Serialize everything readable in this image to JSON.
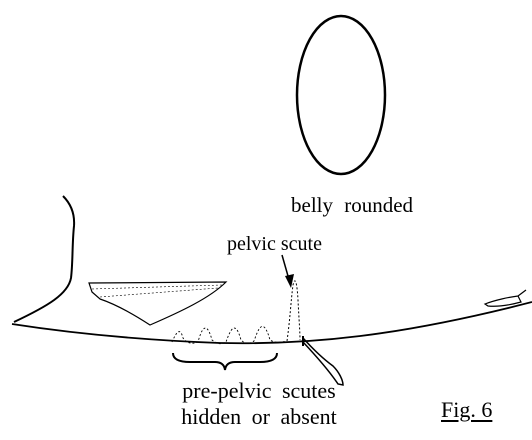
{
  "labels": {
    "belly": "belly rounded",
    "pelvic_scute": "pelvic scute",
    "pre_pelvic_line1": "pre-pelvic scutes",
    "pre_pelvic_line2": "hidden or absent",
    "figure": "Fig. 6"
  },
  "colors": {
    "ink": "#000000",
    "background": "#ffffff"
  }
}
